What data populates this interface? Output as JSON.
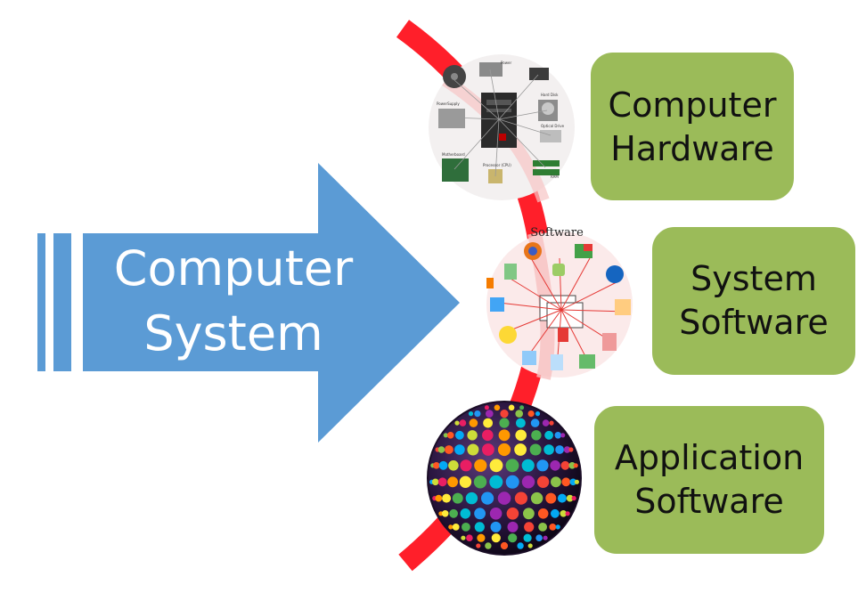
{
  "arrow": {
    "line1": "Computer",
    "line2": "System",
    "color": "#5b9bd5"
  },
  "boxes": [
    {
      "line1": "Computer",
      "line2": "Hardware",
      "color": "#9bbb59",
      "border": "#ffffff"
    },
    {
      "line1": "System",
      "line2": "Software",
      "color": "#9bbb59",
      "border": "#ffffff"
    },
    {
      "line1": "Application",
      "line2": "Software",
      "color": "#9bbb59",
      "border": "#ffffff"
    }
  ],
  "curve": {
    "color": "#ff1f2a"
  },
  "images": {
    "hardware": {
      "icon": "hardware-components-collage",
      "labels": [
        "Power",
        "Hard Disk",
        "PowerSupply",
        "Optical Drive",
        "Motherboard",
        "Processor (CPU)",
        "RAM"
      ]
    },
    "software": {
      "icon": "software-icons-diagram",
      "title": "Software"
    },
    "applications": {
      "icon": "app-icon-sphere"
    }
  }
}
